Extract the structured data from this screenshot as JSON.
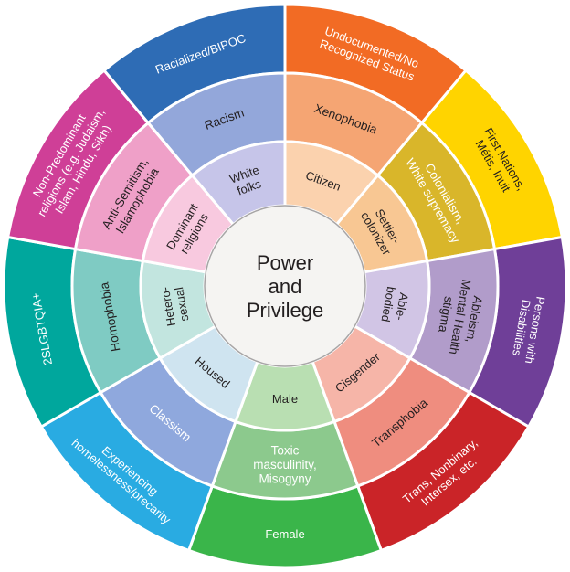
{
  "center": {
    "label_lines": [
      "Power",
      "and",
      "Privilege"
    ],
    "bg_color": "#f5f4f2",
    "border_color": "#a7a5a6",
    "text_color": "#231f20"
  },
  "sectors": [
    {
      "id": "undocumented-status",
      "outer": {
        "lines": [
          "Undocumented/No",
          "Recognized Status"
        ],
        "color": "#f26b24",
        "text_color": "#ffffff"
      },
      "middle": {
        "lines": [
          "Xenophobia"
        ],
        "color": "#f5a573",
        "text_color": "#231f20"
      },
      "inner": {
        "lines": [
          "Citizen"
        ],
        "color": "#fbd2ae",
        "text_color": "#231f20"
      }
    },
    {
      "id": "first-nations-metis-inuit",
      "outer": {
        "lines": [
          "First Nations,",
          "Métis, Inuit"
        ],
        "color": "#ffd400",
        "text_color": "#231f20"
      },
      "middle": {
        "lines": [
          "Colonialism,",
          "White supremacy"
        ],
        "color": "#d9b62a",
        "text_color": "#ffffff"
      },
      "inner": {
        "lines": [
          "Settler-",
          "colonizer"
        ],
        "color": "#f8c793",
        "text_color": "#231f20"
      }
    },
    {
      "id": "persons-with-disabilities",
      "outer": {
        "lines": [
          "Persons with",
          "Disabilities"
        ],
        "color": "#6f3f98",
        "text_color": "#ffffff"
      },
      "middle": {
        "lines": [
          "Ableism,",
          "Mental Health",
          "stigma"
        ],
        "color": "#b19cca",
        "text_color": "#231f20"
      },
      "inner": {
        "lines": [
          "Able-",
          "bodied"
        ],
        "color": "#d1c5e5",
        "text_color": "#231f20"
      }
    },
    {
      "id": "trans-nonbinary-intersex",
      "outer": {
        "lines": [
          "Trans, Nonbinary,",
          "Intersex, etc."
        ],
        "color": "#ca2428",
        "text_color": "#ffffff"
      },
      "middle": {
        "lines": [
          "Transphobia"
        ],
        "color": "#ef8d7f",
        "text_color": "#231f20"
      },
      "inner": {
        "lines": [
          "Cisgender"
        ],
        "color": "#f6b5a8",
        "text_color": "#231f20"
      }
    },
    {
      "id": "female",
      "outer": {
        "lines": [
          "Female"
        ],
        "color": "#3ab54a",
        "text_color": "#ffffff"
      },
      "middle": {
        "lines": [
          "Toxic",
          "masculinity,",
          "Misogyny"
        ],
        "color": "#8cc98d",
        "text_color": "#ffffff"
      },
      "inner": {
        "lines": [
          "Male"
        ],
        "color": "#b9dfb2",
        "text_color": "#231f20"
      }
    },
    {
      "id": "experiencing-homelessness-precarity",
      "outer": {
        "lines": [
          "Experiencing",
          "homelessness/precarity"
        ],
        "color": "#29abe2",
        "text_color": "#ffffff"
      },
      "middle": {
        "lines": [
          "Classism"
        ],
        "color": "#8fa8dd",
        "text_color": "#ffffff"
      },
      "inner": {
        "lines": [
          "Housed"
        ],
        "color": "#cfe4f0",
        "text_color": "#231f20"
      }
    },
    {
      "id": "two-s-lgbtqia-plus",
      "outer": {
        "lines": [
          "2SLGBTQIA+"
        ],
        "color": "#00a79d",
        "text_color": "#ffffff"
      },
      "middle": {
        "lines": [
          "Homophobia"
        ],
        "color": "#7fcbc3",
        "text_color": "#231f20"
      },
      "inner": {
        "lines": [
          "Hetero-",
          "sexual"
        ],
        "color": "#c2e5df",
        "text_color": "#231f20"
      }
    },
    {
      "id": "non-predominant-religions",
      "outer": {
        "lines": [
          "Non-Predominant",
          "religions (e.g. Judaism,",
          "Islam, Hindu, Sikh)"
        ],
        "color": "#cf3f97",
        "text_color": "#ffffff"
      },
      "middle": {
        "lines": [
          "Anti-Semitism,",
          "Islamophobia"
        ],
        "color": "#efa0c8",
        "text_color": "#231f20"
      },
      "inner": {
        "lines": [
          "Dominant",
          "religions"
        ],
        "color": "#f8c9df",
        "text_color": "#231f20"
      }
    },
    {
      "id": "racialized-bipoc",
      "outer": {
        "lines": [
          "Racialized/BIPOC"
        ],
        "color": "#2e6cb5",
        "text_color": "#ffffff"
      },
      "middle": {
        "lines": [
          "Racism"
        ],
        "color": "#93a7da",
        "text_color": "#231f20"
      },
      "inner": {
        "lines": [
          "White",
          "folks"
        ],
        "color": "#c6c5e9",
        "text_color": "#231f20"
      }
    }
  ]
}
